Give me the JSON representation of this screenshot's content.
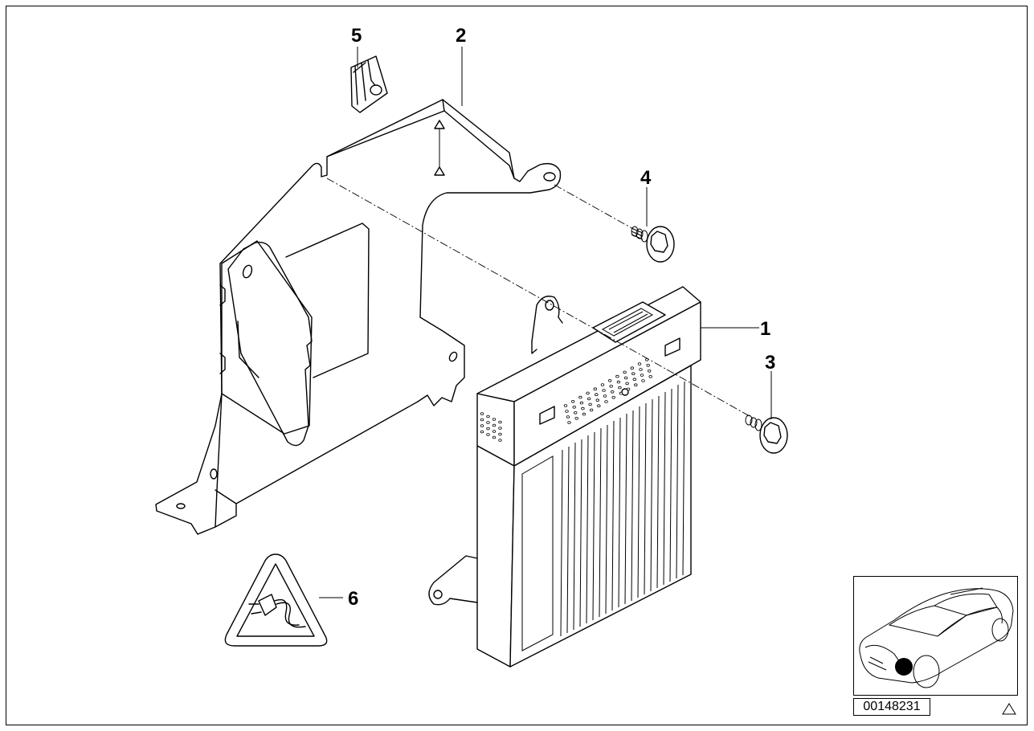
{
  "diagram": {
    "callouts": [
      {
        "id": "1",
        "label": "1"
      },
      {
        "id": "2",
        "label": "2"
      },
      {
        "id": "3",
        "label": "3"
      },
      {
        "id": "4",
        "label": "4"
      },
      {
        "id": "5",
        "label": "5"
      },
      {
        "id": "6",
        "label": "6"
      }
    ],
    "document_number": "00148231",
    "icons": {
      "warning_label": "electrical-plug-warning-triangle-icon",
      "corner_mark": "triangle-icon",
      "location_marker": "black-dot-icon"
    },
    "colors": {
      "line": "#000000",
      "background": "#ffffff"
    }
  }
}
